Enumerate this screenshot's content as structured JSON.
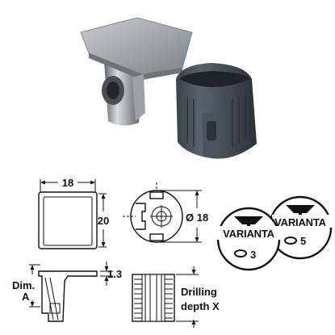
{
  "drawing": {
    "width_dim": "18",
    "height_dim": "20",
    "diameter_dim": "Ø 18",
    "thickness_dim": "1.3",
    "dim_a_line1": "Dim.",
    "dim_a_line2": "A",
    "drilling_line1": "Drilling",
    "drilling_line2": "depth X"
  },
  "logos": [
    {
      "brand": "VARIANTA",
      "code": "5"
    },
    {
      "brand": "VARIANTA",
      "code": "3"
    }
  ]
}
